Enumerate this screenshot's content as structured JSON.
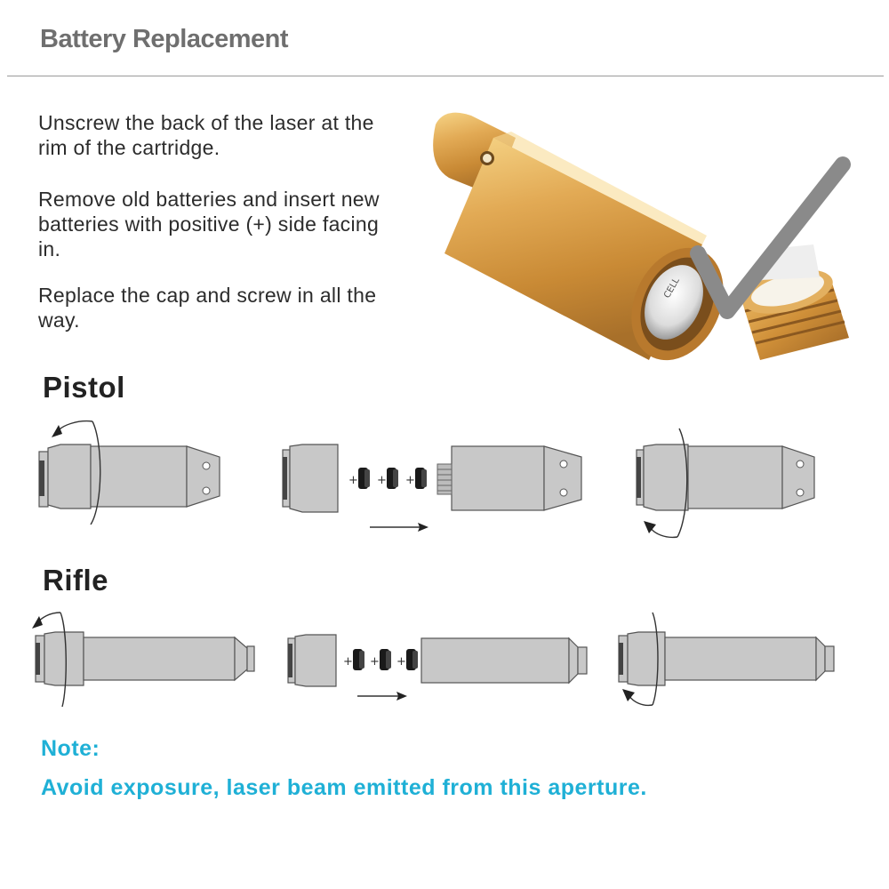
{
  "header": {
    "title": "Battery Replacement"
  },
  "instructions": [
    "Unscrew the back of the laser at the rim of the cartridge.",
    "Remove old batteries and insert new batteries with positive (+) side facing in.",
    "Replace the cap and screw in all the way."
  ],
  "sections": {
    "pistol": "Pistol",
    "rifle": "Rifle"
  },
  "battery_cell_text": "CELL",
  "plus_sign": "+",
  "note": {
    "label": "Note:",
    "text": "Avoid exposure, laser beam emitted from this aperture.",
    "color": "#1fb0d6"
  },
  "colors": {
    "text": "#2c2c2c",
    "title": "#6f6f6f",
    "bullet_body": "#c8c8c8",
    "brass": "#d9a24a",
    "checkmark": "#8a8a8a"
  }
}
